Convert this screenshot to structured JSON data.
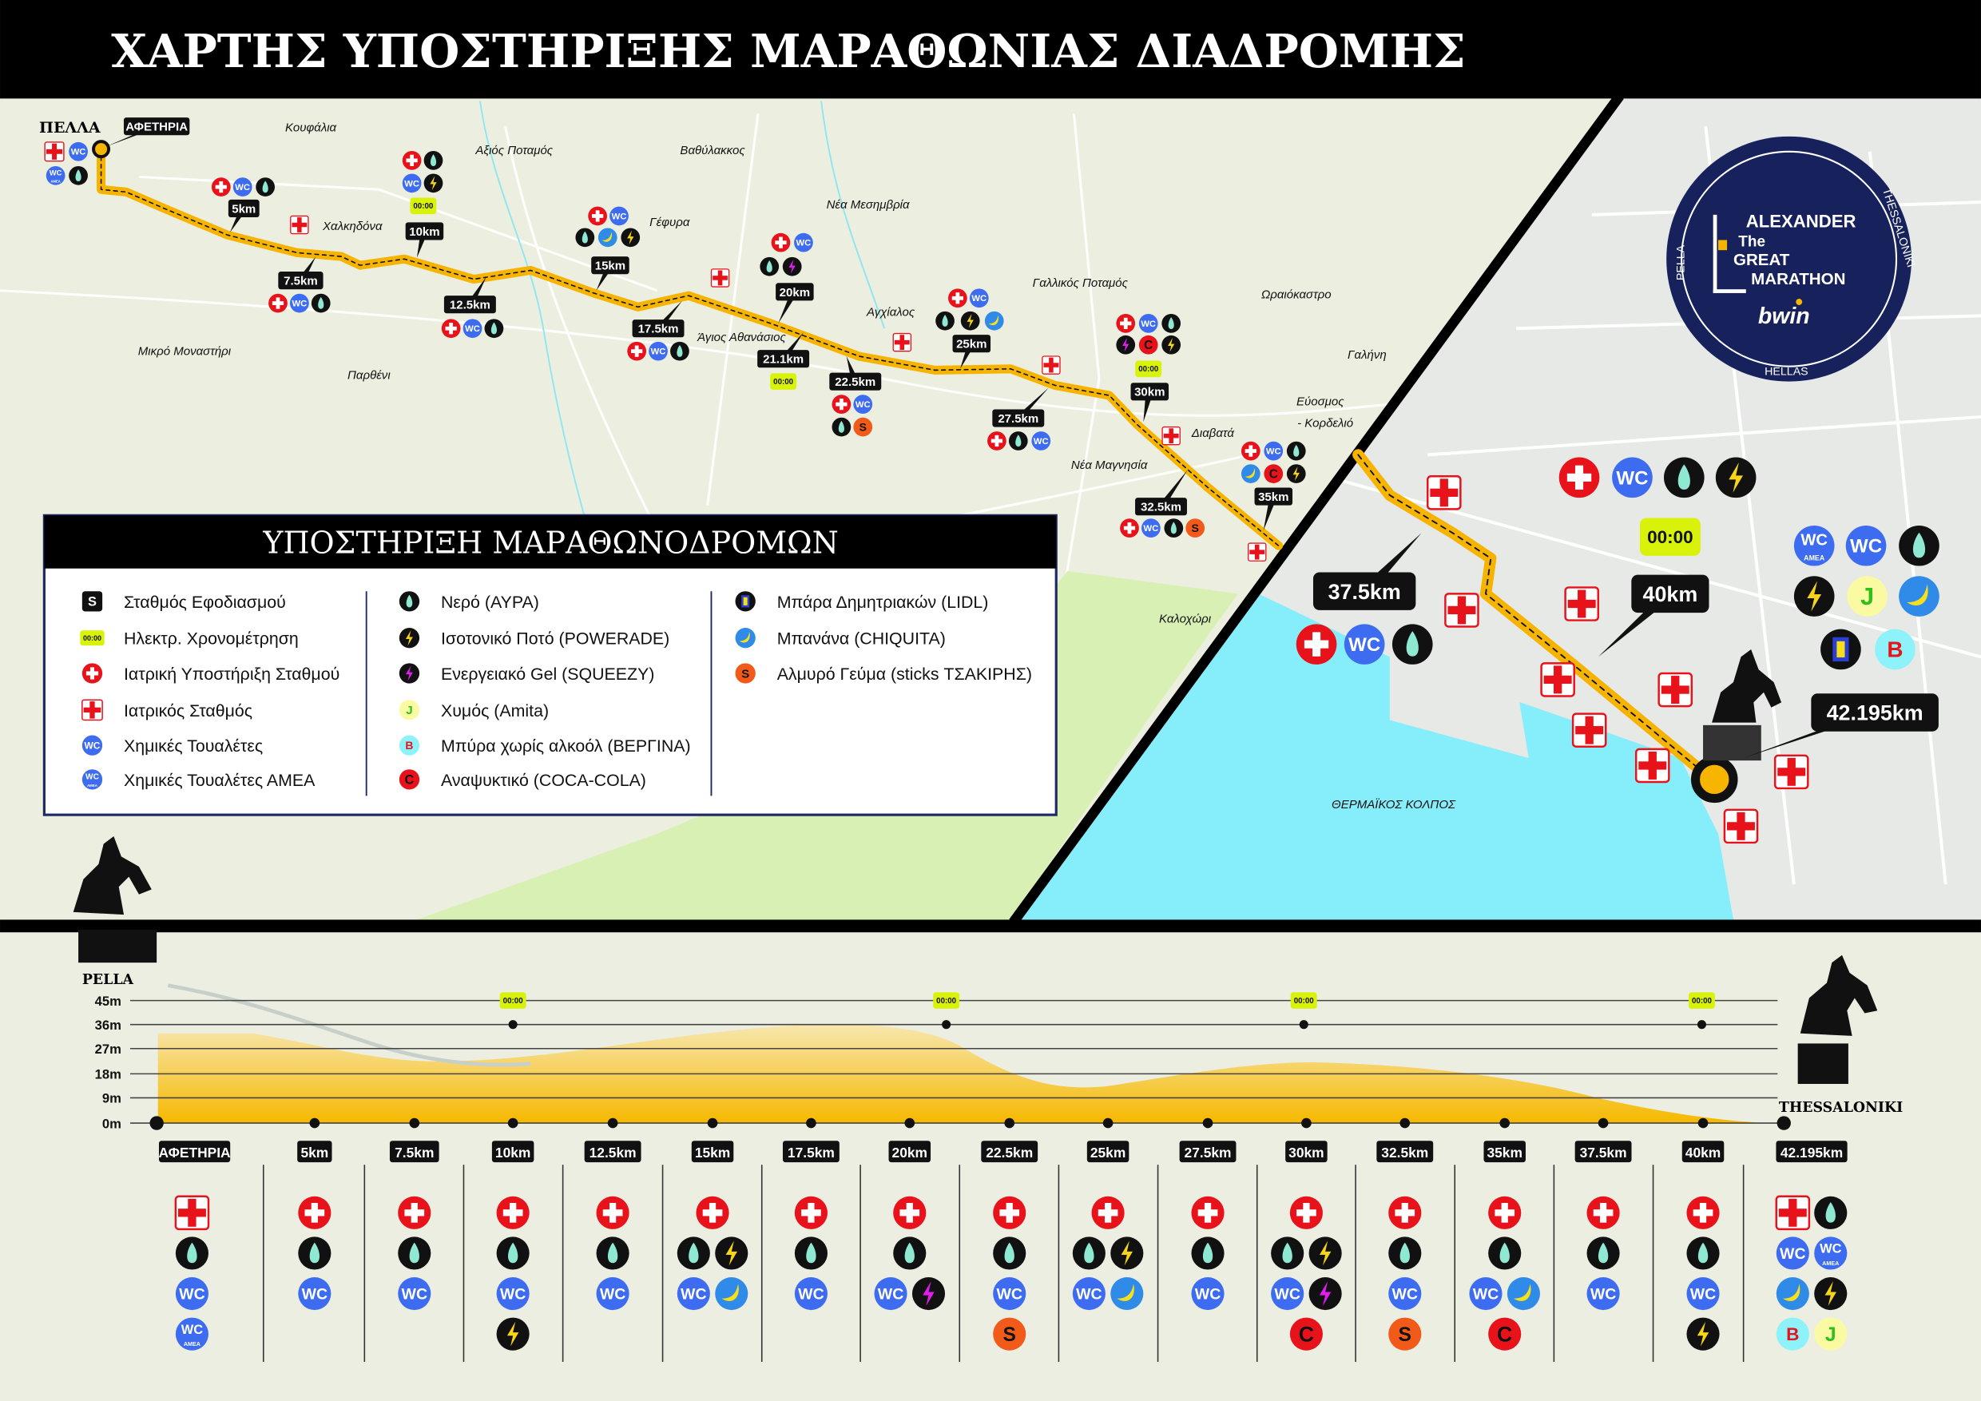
{
  "title": "ΧΑΡΤΗΣ ΥΠΟΣΤΗΡΙΞΗΣ ΜΑΡΑΘΩΝΙΑΣ ΔΙΑΔΡΟΜΗΣ",
  "icon_text": {
    "timer": "00:00",
    "wc": "WC",
    "amea": "AMEA",
    "supply": "S",
    "salt": "S",
    "cola": "C",
    "beer": "B",
    "juice": "J"
  },
  "colors": {
    "route": "#f7b500",
    "sea": "#86eefa",
    "navy": "#17225c",
    "timer": "#d8f20a",
    "red": "#e8121b",
    "wc_blue": "#3d6cf0"
  },
  "map": {
    "start_city": "ΠΕΛΛΑ",
    "sea": "ΘΕΡΜΑΪΚΟΣ ΚΟΛΠΟΣ",
    "places": [
      "Κουφάλια",
      "Αξιός Ποταμός",
      "Βαθύλακκος",
      "Νέα Μεσημβρία",
      "Γέφυρα",
      "Χαλκηδόνα",
      "Μικρό Μοναστήρι",
      "Παρθένι",
      "Άγιος Αθανάσιος",
      "Αγχίαλος",
      "Γαλλικός Ποταμός",
      "Ωραιόκαστρο",
      "Γαλήνη",
      "Εύοσμος",
      "- Κορδελιό",
      "Διαβατά",
      "Νέα Μαγνησία",
      "Καλοχώρι"
    ],
    "stations": [
      {
        "label": "ΑΦΕΤΗΡΙΑ",
        "icons": [
          "medstation",
          "wc",
          "wcamea",
          "water"
        ]
      },
      {
        "label": "5km",
        "icons": [
          "med",
          "wc",
          "water"
        ]
      },
      {
        "label": "7.5km",
        "icons": [
          "med",
          "wc",
          "water"
        ]
      },
      {
        "label": "10km",
        "icons": [
          "med",
          "water",
          "wc",
          "iso",
          "timer"
        ]
      },
      {
        "label": "12.5km",
        "icons": [
          "med",
          "wc",
          "water"
        ]
      },
      {
        "label": "15km",
        "icons": [
          "med",
          "wc",
          "water",
          "banana",
          "iso"
        ]
      },
      {
        "label": "17.5km",
        "icons": [
          "med",
          "wc",
          "water"
        ]
      },
      {
        "label": "20km",
        "icons": [
          "med",
          "wc",
          "water",
          "gel"
        ]
      },
      {
        "label": "21.1km",
        "icons": [
          "timer"
        ]
      },
      {
        "label": "22.5km",
        "icons": [
          "med",
          "wc",
          "water",
          "salt"
        ]
      },
      {
        "label": "25km",
        "icons": [
          "med",
          "wc",
          "water",
          "iso",
          "banana"
        ]
      },
      {
        "label": "27.5km",
        "icons": [
          "med",
          "water",
          "wc"
        ]
      },
      {
        "label": "30km",
        "icons": [
          "med",
          "wc",
          "water",
          "gel",
          "cola",
          "iso",
          "timer"
        ]
      },
      {
        "label": "32.5km",
        "icons": [
          "med",
          "wc",
          "water",
          "salt"
        ]
      },
      {
        "label": "35km",
        "icons": [
          "med",
          "wc",
          "water",
          "banana",
          "cola",
          "iso"
        ]
      },
      {
        "label": "37.5km",
        "icons": [
          "med",
          "wc",
          "water"
        ]
      },
      {
        "label": "40km",
        "icons": [
          "med",
          "wc",
          "water",
          "iso",
          "timer"
        ]
      },
      {
        "label": "42.195km",
        "icons": [
          "wcamea",
          "wc",
          "water",
          "iso",
          "juice",
          "banana",
          "bar",
          "beer"
        ]
      }
    ]
  },
  "logo": {
    "line1": "ALEXANDER",
    "line2": "The",
    "line3": "GREAT",
    "line4": "MARATHON",
    "sponsor": "bwin",
    "left": "PELLA",
    "right": "THESSALONIKI",
    "bottom": "HELLAS"
  },
  "legend": {
    "title": "ΥΠΟΣΤΗΡΙΞΗ ΜΑΡΑΘΩΝΟΔΡΟΜΩΝ",
    "items": [
      {
        "icon": "supply",
        "label": "Σταθμός Εφοδιασμού"
      },
      {
        "icon": "timer",
        "label": "Ηλεκτρ. Χρονομέτρηση"
      },
      {
        "icon": "med",
        "label": "Ιατρική Υποστήριξη Σταθμού"
      },
      {
        "icon": "medstation",
        "label": "Ιατρικός Σταθμός"
      },
      {
        "icon": "wc",
        "label": "Χημικές Τουαλέτες"
      },
      {
        "icon": "wcamea",
        "label": "Χημικές Τουαλέτες ΑΜΕΑ"
      },
      {
        "icon": "water",
        "label": "Νερό (ΑΥΡΑ)"
      },
      {
        "icon": "iso",
        "label": "Ισοτονικό Ποτό (POWERADE)"
      },
      {
        "icon": "gel",
        "label": "Ενεργειακό Gel (SQUEEZY)"
      },
      {
        "icon": "juice",
        "label": "Χυμός (Amita)"
      },
      {
        "icon": "beer",
        "label": "Μπύρα χωρίς αλκοόλ (ΒΕΡΓΙΝΑ)"
      },
      {
        "icon": "cola",
        "label": "Αναψυκτικό (COCA-COLA)"
      },
      {
        "icon": "bar",
        "label": "Μπάρα Δημητριακών (LIDL)"
      },
      {
        "icon": "banana",
        "label": "Μπανάνα (CHIQUITA)"
      },
      {
        "icon": "salt",
        "label": "Αλμυρό Γεύμα (sticks ΤΣΑΚΙΡΗΣ)"
      }
    ]
  },
  "profile": {
    "start": "PELLA",
    "end": "THESSALONIKI",
    "y_ticks": [
      "45m",
      "36m",
      "27m",
      "18m",
      "9m",
      "0m"
    ],
    "timing_points_km": [
      10,
      20,
      30,
      40
    ],
    "columns": [
      {
        "label": "ΑΦΕΤΗΡΙΑ",
        "rows": [
          [
            "medstation"
          ],
          [
            "water"
          ],
          [
            "wc"
          ],
          [
            "wcamea"
          ]
        ]
      },
      {
        "label": "5km",
        "rows": [
          [
            "med"
          ],
          [
            "water"
          ],
          [
            "wc"
          ]
        ]
      },
      {
        "label": "7.5km",
        "rows": [
          [
            "med"
          ],
          [
            "water"
          ],
          [
            "wc"
          ]
        ]
      },
      {
        "label": "10km",
        "rows": [
          [
            "med"
          ],
          [
            "water"
          ],
          [
            "wc"
          ],
          [
            "iso"
          ]
        ]
      },
      {
        "label": "12.5km",
        "rows": [
          [
            "med"
          ],
          [
            "water"
          ],
          [
            "wc"
          ]
        ]
      },
      {
        "label": "15km",
        "rows": [
          [
            "med"
          ],
          [
            "water",
            "iso"
          ],
          [
            "wc",
            "banana"
          ]
        ]
      },
      {
        "label": "17.5km",
        "rows": [
          [
            "med"
          ],
          [
            "water"
          ],
          [
            "wc"
          ]
        ]
      },
      {
        "label": "20km",
        "rows": [
          [
            "med"
          ],
          [
            "water"
          ],
          [
            "wc",
            "gel"
          ]
        ]
      },
      {
        "label": "22.5km",
        "rows": [
          [
            "med"
          ],
          [
            "water"
          ],
          [
            "wc"
          ],
          [
            "salt"
          ]
        ]
      },
      {
        "label": "25km",
        "rows": [
          [
            "med"
          ],
          [
            "water",
            "iso"
          ],
          [
            "wc",
            "banana"
          ]
        ]
      },
      {
        "label": "27.5km",
        "rows": [
          [
            "med"
          ],
          [
            "water"
          ],
          [
            "wc"
          ]
        ]
      },
      {
        "label": "30km",
        "rows": [
          [
            "med"
          ],
          [
            "water",
            "iso"
          ],
          [
            "wc",
            "gel"
          ],
          [
            "cola"
          ]
        ]
      },
      {
        "label": "32.5km",
        "rows": [
          [
            "med"
          ],
          [
            "water"
          ],
          [
            "wc"
          ],
          [
            "salt"
          ]
        ]
      },
      {
        "label": "35km",
        "rows": [
          [
            "med"
          ],
          [
            "water"
          ],
          [
            "wc",
            "banana"
          ],
          [
            "cola"
          ]
        ]
      },
      {
        "label": "37.5km",
        "rows": [
          [
            "med"
          ],
          [
            "water"
          ],
          [
            "wc"
          ]
        ]
      },
      {
        "label": "40km",
        "rows": [
          [
            "med"
          ],
          [
            "water"
          ],
          [
            "wc"
          ],
          [
            "iso"
          ]
        ]
      },
      {
        "label": "42.195km",
        "rows": [
          [
            "medstation",
            "water"
          ],
          [
            "wc",
            "wcamea"
          ],
          [
            "banana",
            "iso"
          ],
          [
            "beer",
            "juice"
          ]
        ]
      }
    ]
  }
}
